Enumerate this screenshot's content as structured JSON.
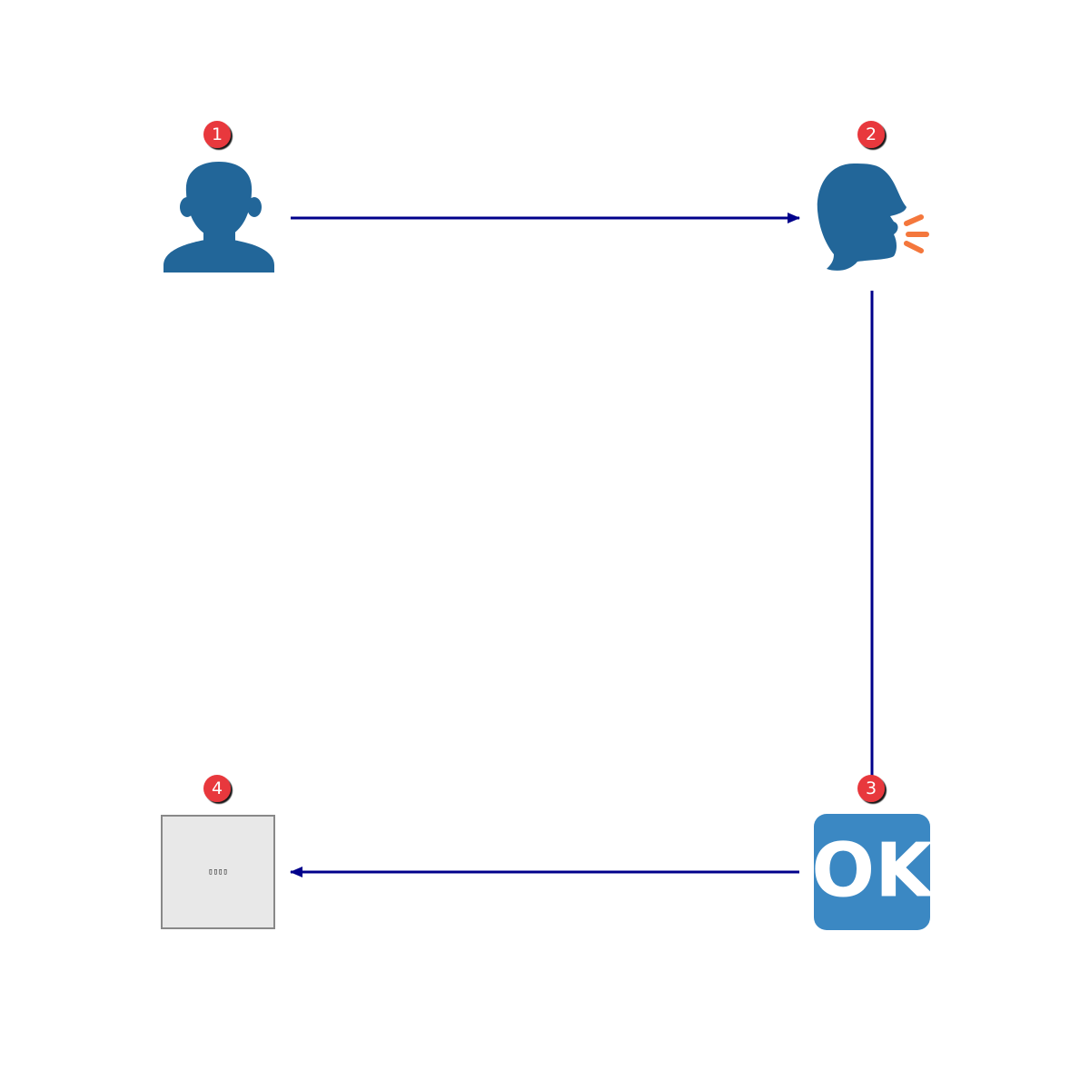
{
  "colors": {
    "background": "#ffffff",
    "edge": "#00008b",
    "icon_blue": "#226699",
    "ok_blue": "#3b88c3",
    "sound_orange": "#f4773c",
    "badge_red": "#e8383d",
    "box_fill": "#e8e8e8",
    "box_stroke": "#888888"
  },
  "nodes": [
    {
      "id": "n1",
      "badge": "1",
      "icon": "bust-in-silhouette-icon"
    },
    {
      "id": "n2",
      "badge": "2",
      "icon": "speaking-head-icon"
    },
    {
      "id": "n3",
      "badge": "3",
      "icon": "ok-button-icon",
      "label": "OK"
    },
    {
      "id": "n4",
      "badge": "4",
      "icon": "placeholder-box-icon",
      "label": "▯▯▯▯"
    }
  ],
  "edges": [
    {
      "from": "n1",
      "to": "n2"
    },
    {
      "from": "n2",
      "to": "n3"
    },
    {
      "from": "n3",
      "to": "n4"
    }
  ]
}
